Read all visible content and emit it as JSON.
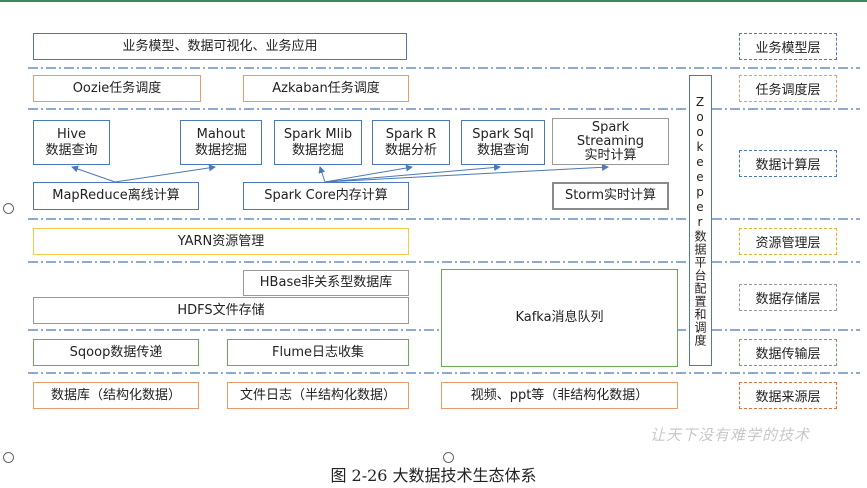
{
  "rows": {
    "business": "业务模型、数据可视化、业务应用",
    "oozie": "Oozie任务调度",
    "azkaban": "Azkaban任务调度",
    "hive": "Hive\n数据查询",
    "mahout": "Mahout\n数据挖掘",
    "spark_mlib": "Spark Mlib\n数据挖掘",
    "spark_r": "Spark R\n数据分析",
    "spark_sql": "Spark Sql\n数据查询",
    "spark_streaming": "Spark\nStreaming\n实时计算",
    "mapreduce": "MapReduce离线计算",
    "spark_core": "Spark Core内存计算",
    "storm": "Storm实时计算",
    "yarn": "YARN资源管理",
    "hbase": "HBase非关系型数据库",
    "hdfs": "HDFS文件存储",
    "kafka": "Kafka消息队列",
    "sqoop": "Sqoop数据传递",
    "flume": "Flume日志收集",
    "db": "数据库（结构化数据）",
    "logs": "文件日志（半结构化数据）",
    "video": "视频、ppt等（非结构化数据）",
    "zookeeper": "Zookeeper数据平台配置和调度"
  },
  "layers": {
    "business": "业务模型层",
    "schedule": "任务调度层",
    "compute": "数据计算层",
    "resource": "资源管理层",
    "storage": "数据存储层",
    "transfer": "数据传输层",
    "source": "数据来源层"
  },
  "caption": "图 2-26   大数据技术生态体系",
  "watermark": "让天下没有难学的技术",
  "colors": {
    "blue": "#4a78b8",
    "orange": "#e89b6b",
    "yellow": "#f2c94c",
    "green": "#6aaa55",
    "gray": "#999999",
    "separator": "#4a78b8"
  }
}
